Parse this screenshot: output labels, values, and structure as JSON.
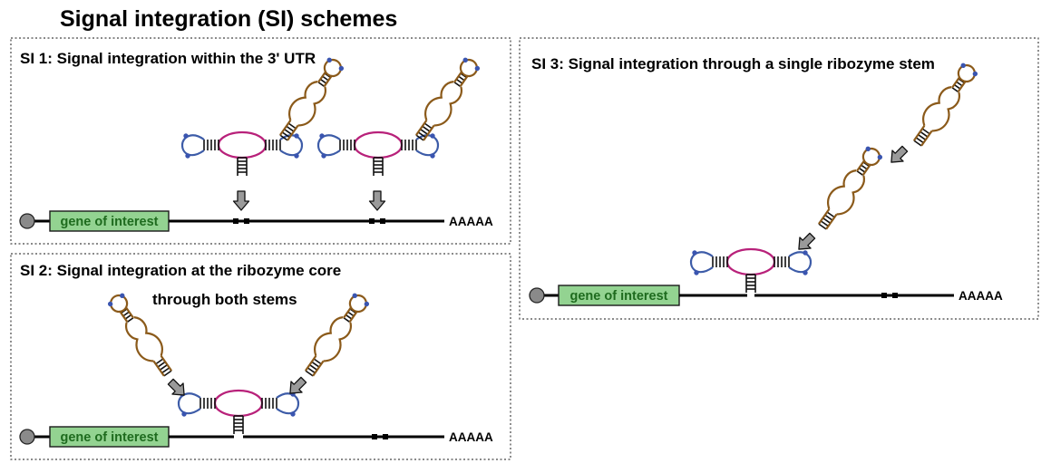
{
  "title": "Signal integration (SI) schemes",
  "panels": {
    "si1": {
      "title": "SI 1: Signal integration within the 3' UTR"
    },
    "si2": {
      "title_line1": "SI 2: Signal integration at the ribozyme core",
      "title_line2": "through both stems"
    },
    "si3": {
      "title": "SI 3: Signal integration through a single ribozyme stem"
    }
  },
  "gene_label": "gene of interest",
  "polya_label": "AAAAA",
  "colors": {
    "gene_box": "#93d391",
    "gene_text": "#1e6b1e",
    "ribozyme_core": "#b8217a",
    "ribozyme_loops": "#3d5ca8",
    "aptamer": "#8b5a1a",
    "arrow": "#9a9a9a"
  },
  "icons": [
    "cap-icon",
    "ribozyme-icon",
    "aptamer-icon",
    "arrow-icon",
    "cleavage-site-icon"
  ]
}
